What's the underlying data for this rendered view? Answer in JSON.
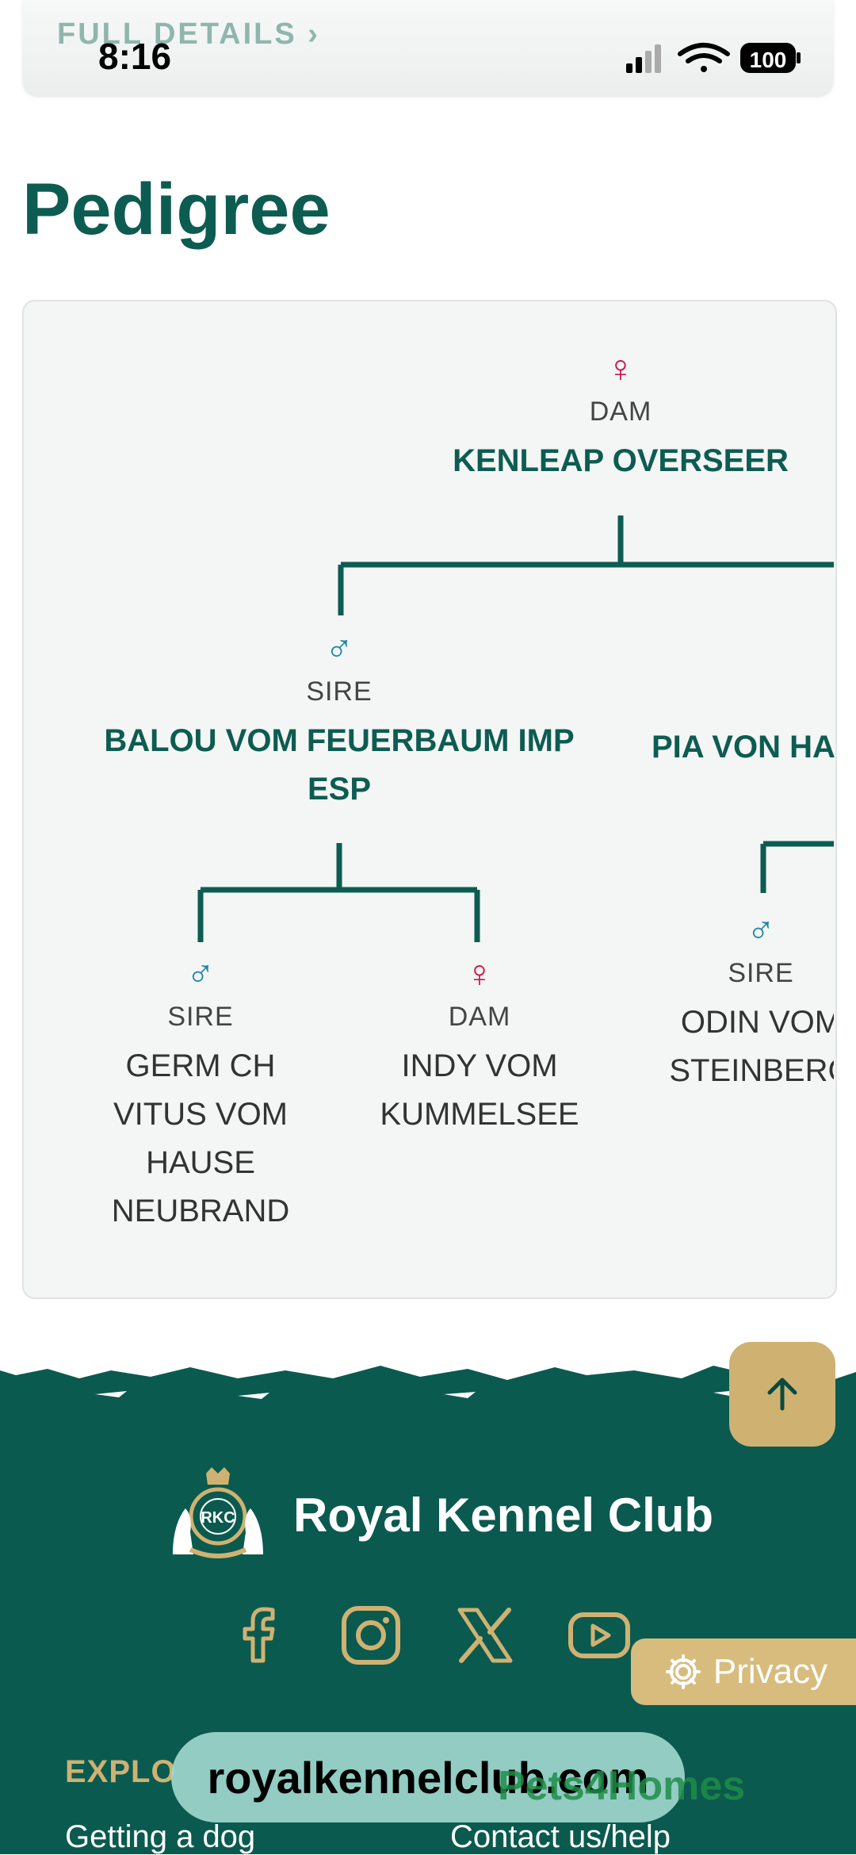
{
  "status_bar": {
    "time": "8:16",
    "battery": "100"
  },
  "header": {
    "full_details_label": "FULL DETAILS ›"
  },
  "page": {
    "title": "Pedigree"
  },
  "pedigree": {
    "root": {
      "role": "DAM",
      "name": "KENLEAP OVERSEER",
      "sex": "female"
    },
    "sire": {
      "role": "SIRE",
      "name_line1": "BALOU VOM FEUERBAUM IMP",
      "name_line2": "ESP",
      "sex": "male"
    },
    "dam": {
      "name": "PIA VON HA"
    },
    "sire_sire": {
      "role": "SIRE",
      "lines": [
        "GERM CH",
        "VITUS VOM",
        "HAUSE",
        "NEUBRAND"
      ],
      "sex": "male"
    },
    "sire_dam": {
      "role": "DAM",
      "lines": [
        "INDY VOM",
        "KUMMELSEE"
      ],
      "sex": "female"
    },
    "dam_sire": {
      "role": "SIRE",
      "lines": [
        "ODIN VOM",
        "STEINBERG"
      ],
      "sex": "male"
    }
  },
  "footer": {
    "brand": "Royal Kennel Club",
    "logo_text": "RKC",
    "social": [
      "facebook-icon",
      "instagram-icon",
      "x-icon",
      "youtube-icon"
    ],
    "privacy_label": "Privacy",
    "col1_title": "EXPLO",
    "col1_link": "Getting a dog",
    "col2_link": "Contact us/help",
    "url": "royalkennelclub.com",
    "watermark": "Pets4Homes"
  },
  "colors": {
    "primary": "#0d5c51",
    "gold": "#cfb272",
    "female": "#c9184a",
    "male": "#1f86a8"
  }
}
